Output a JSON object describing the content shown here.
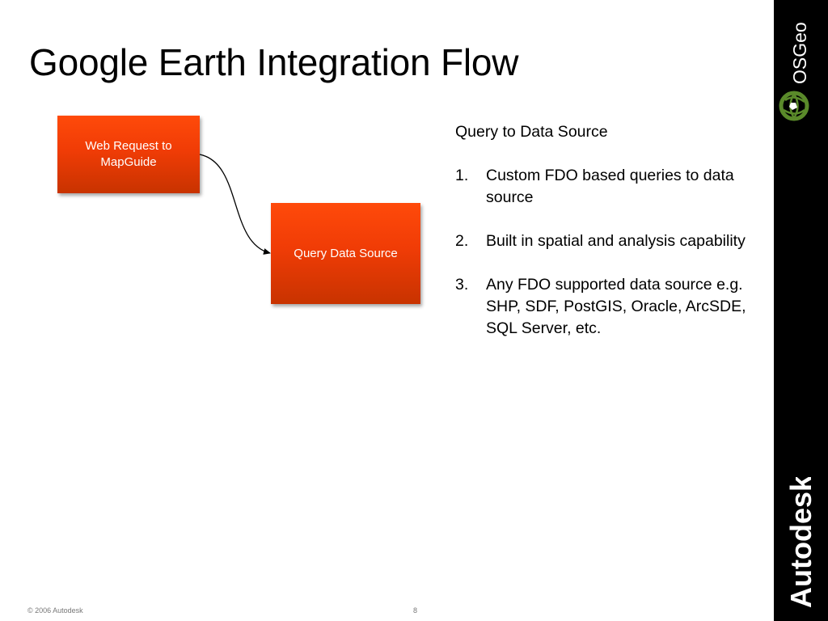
{
  "title": "Google Earth Integration Flow",
  "flow": {
    "nodes": [
      {
        "label": "Web Request to MapGuide"
      },
      {
        "label": "Query Data Source"
      }
    ]
  },
  "panel": {
    "heading": "Query to Data Source",
    "items": [
      {
        "number": "1.",
        "text": "Custom FDO based queries to data source"
      },
      {
        "number": "2.",
        "text": "Built in spatial and analysis capability"
      },
      {
        "number": "3.",
        "text": "Any FDO supported data source e.g. SHP, SDF, PostGIS, Oracle, ArcSDE, SQL Server, etc."
      }
    ]
  },
  "sidebar": {
    "top_logo": "OSGeo",
    "bottom_logo": "Autodesk"
  },
  "footer": {
    "copyright": "© 2006 Autodesk",
    "page_number": "8"
  },
  "colors": {
    "box_fill": "#f03c06",
    "sidebar": "#000000",
    "osgeo_green": "#5a8a2a"
  }
}
